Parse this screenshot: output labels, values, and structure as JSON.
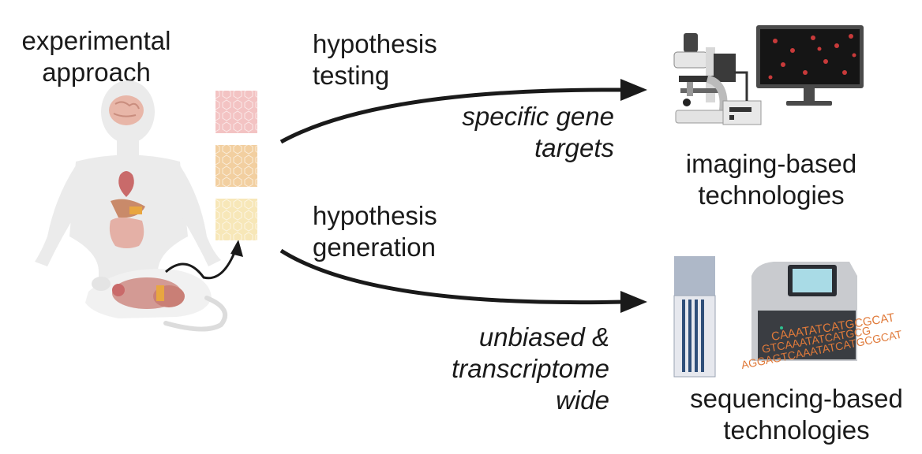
{
  "labels": {
    "experimental_approach": "experimental\napproach",
    "hypothesis_testing": "hypothesis\ntesting",
    "specific_gene_targets": "specific gene\ntargets",
    "imaging_based": "imaging-based\ntechnologies",
    "hypothesis_generation": "hypothesis\ngeneration",
    "unbiased": "unbiased &\ntranscriptome\nwide",
    "sequencing_based": "sequencing-based\ntechnologies"
  },
  "dna_text": {
    "line1": "CAAATATCATGCGCAT",
    "line2": "GTCAAATATCATGCG",
    "line3": "AGGAGTCAAATATCATGCGCAT"
  },
  "colors": {
    "tissue_pink": "#f3c3c3",
    "tissue_orange": "#f2cfa0",
    "tissue_yellow": "#f7e7b8",
    "dna_orange": "#e07a3a",
    "arrow": "#1a1a1a"
  }
}
